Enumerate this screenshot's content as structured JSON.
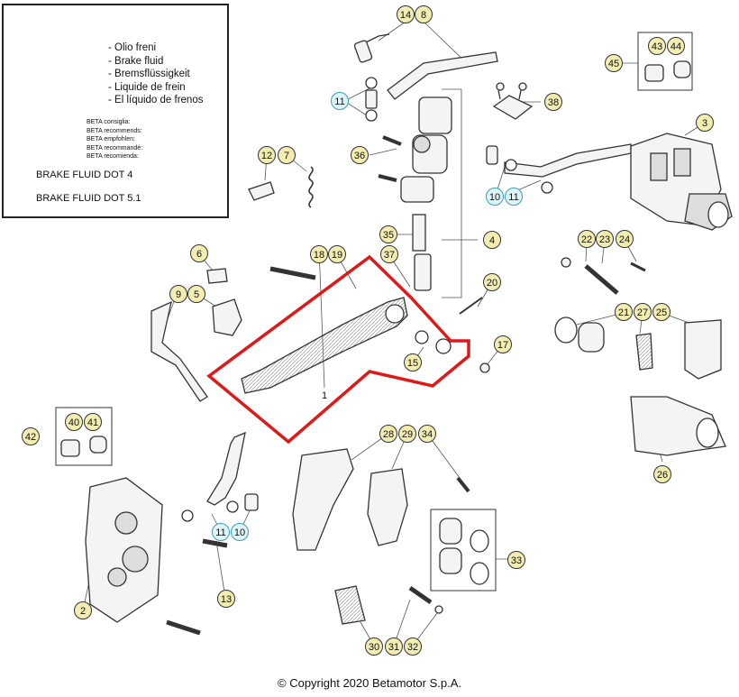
{
  "fluid_box": {
    "can_label": "BRAKE FLUID",
    "names": [
      "- Olio freni",
      "- Brake fluid",
      "- Bremsflüssigkeit",
      "- Liquide de frein",
      "- El líquido de frenos"
    ],
    "recommends": [
      "BETA consiglia:",
      "BETA recommends:",
      "BETA empfohlen:",
      "BETA recommandé:",
      "BETA recomienda:"
    ],
    "spec_1": "BRAKE FLUID DOT 4",
    "spec_2": "BRAKE FLUID DOT 5.1"
  },
  "callouts": [
    {
      "label": "14",
      "style": "normal"
    },
    {
      "label": "8",
      "style": "normal"
    },
    {
      "label": "43",
      "style": "normal"
    },
    {
      "label": "44",
      "style": "normal"
    },
    {
      "label": "45",
      "style": "normal"
    },
    {
      "label": "11",
      "style": "blue"
    },
    {
      "label": "38",
      "style": "normal"
    },
    {
      "label": "3",
      "style": "normal"
    },
    {
      "label": "36",
      "style": "normal"
    },
    {
      "label": "12",
      "style": "normal"
    },
    {
      "label": "7",
      "style": "normal"
    },
    {
      "label": "10",
      "style": "blue"
    },
    {
      "label": "11",
      "style": "blue"
    },
    {
      "label": "35",
      "style": "normal"
    },
    {
      "label": "4",
      "style": "normal"
    },
    {
      "label": "22",
      "style": "normal"
    },
    {
      "label": "23",
      "style": "normal"
    },
    {
      "label": "24",
      "style": "normal"
    },
    {
      "label": "18",
      "style": "normal"
    },
    {
      "label": "19",
      "style": "normal"
    },
    {
      "label": "37",
      "style": "normal"
    },
    {
      "label": "6",
      "style": "normal"
    },
    {
      "label": "20",
      "style": "normal"
    },
    {
      "label": "9",
      "style": "normal"
    },
    {
      "label": "5",
      "style": "normal"
    },
    {
      "label": "21",
      "style": "normal"
    },
    {
      "label": "27",
      "style": "normal"
    },
    {
      "label": "25",
      "style": "normal"
    },
    {
      "label": "17",
      "style": "normal"
    },
    {
      "label": "15",
      "style": "normal"
    },
    {
      "label": "1",
      "style": "plain"
    },
    {
      "label": "40",
      "style": "normal"
    },
    {
      "label": "41",
      "style": "normal"
    },
    {
      "label": "42",
      "style": "normal"
    },
    {
      "label": "28",
      "style": "normal"
    },
    {
      "label": "29",
      "style": "normal"
    },
    {
      "label": "34",
      "style": "normal"
    },
    {
      "label": "26",
      "style": "normal"
    },
    {
      "label": "11",
      "style": "blue"
    },
    {
      "label": "10",
      "style": "blue"
    },
    {
      "label": "33",
      "style": "normal"
    },
    {
      "label": "13",
      "style": "normal"
    },
    {
      "label": "2",
      "style": "normal"
    },
    {
      "label": "30",
      "style": "normal"
    },
    {
      "label": "31",
      "style": "normal"
    },
    {
      "label": "32",
      "style": "normal"
    }
  ],
  "highlight_color": "#e01818",
  "callout_fill": "#f3edb2",
  "callout_blue_fill": "#dff4f7",
  "callout_blue_stroke": "#3aa0b8",
  "copyright": "© Copyright 2020 Betamotor S.p.A."
}
